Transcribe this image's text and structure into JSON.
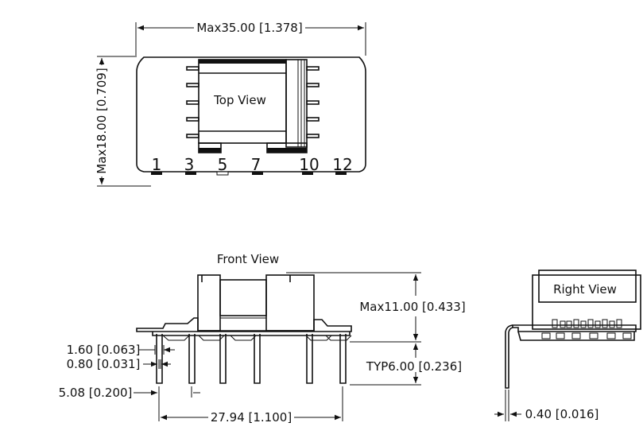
{
  "top_view": {
    "title": "Top View",
    "width_dim": "Max35.00 [1.378]",
    "height_dim": "Max18.00 [0.709]",
    "pins": [
      "1",
      "3",
      "5",
      "7",
      "10",
      "12"
    ]
  },
  "front_view": {
    "title": "Front View",
    "height_dim": "Max11.00 [0.433]",
    "lead_dim": "TYP6.00 [0.236]",
    "pin_width_a": "1.60 [0.063]",
    "pin_width_b": "0.80 [0.031]",
    "pitch_dim": "5.08 [0.200]",
    "span_dim": "27.94 [1.100]"
  },
  "right_view": {
    "title": "Right  View",
    "thickness_dim": "0.40 [0.016]"
  }
}
